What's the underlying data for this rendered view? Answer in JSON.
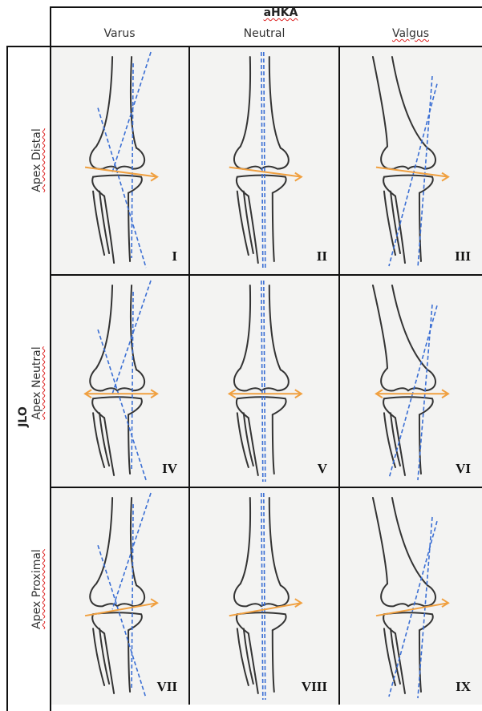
{
  "header": {
    "title": "aHKA",
    "columns": [
      "Varus",
      "Neutral",
      "Valgus"
    ]
  },
  "rows_title": "JLO",
  "rows": [
    "Apex Distal",
    "Apex Neutral",
    "Apex Proximal"
  ],
  "cells": [
    {
      "numeral": "I",
      "alignment": "varus",
      "jlo": "distal"
    },
    {
      "numeral": "II",
      "alignment": "neutral",
      "jlo": "distal"
    },
    {
      "numeral": "III",
      "alignment": "valgus",
      "jlo": "distal"
    },
    {
      "numeral": "IV",
      "alignment": "varus",
      "jlo": "neutral"
    },
    {
      "numeral": "V",
      "alignment": "neutral",
      "jlo": "neutral"
    },
    {
      "numeral": "VI",
      "alignment": "valgus",
      "jlo": "neutral"
    },
    {
      "numeral": "VII",
      "alignment": "varus",
      "jlo": "proximal"
    },
    {
      "numeral": "VIII",
      "alignment": "neutral",
      "jlo": "proximal"
    },
    {
      "numeral": "IX",
      "alignment": "valgus",
      "jlo": "proximal"
    }
  ],
  "colors": {
    "axis_line": "#3b6fd4",
    "joint_arrow": "#f0a040",
    "bone_outline": "#333333",
    "grid": "#111111"
  },
  "icons": {
    "cell_drawing": "knee-joint-sketch-icon"
  }
}
